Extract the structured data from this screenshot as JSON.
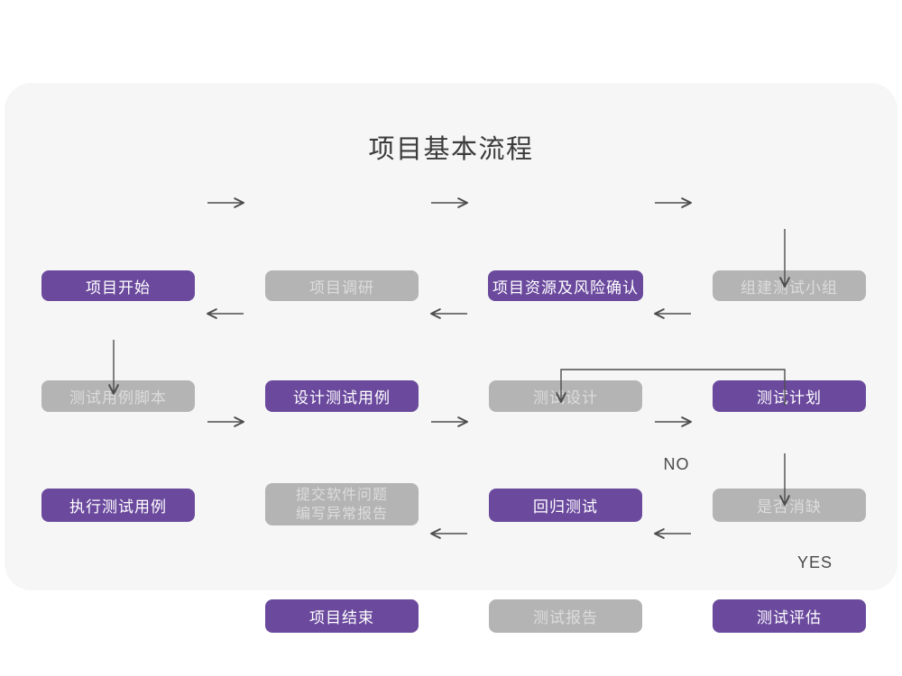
{
  "flow": {
    "title": "项目基本流程",
    "edge_labels": {
      "no": "NO",
      "yes": "YES"
    },
    "nodes": [
      {
        "id": "project-start",
        "label": "项目开始",
        "variant": "purple"
      },
      {
        "id": "project-research",
        "label": "项目调研",
        "variant": "gray"
      },
      {
        "id": "resource-risk-confirm",
        "label": "项目资源及风险确认",
        "variant": "purple"
      },
      {
        "id": "build-test-team",
        "label": "组建测试小组",
        "variant": "gray"
      },
      {
        "id": "test-case-script",
        "label": "测试用例脚本",
        "variant": "gray"
      },
      {
        "id": "design-test-case",
        "label": "设计测试用例",
        "variant": "purple"
      },
      {
        "id": "test-design",
        "label": "测试设计",
        "variant": "gray"
      },
      {
        "id": "test-plan",
        "label": "测试计划",
        "variant": "purple"
      },
      {
        "id": "execute-test-case",
        "label": "执行测试用例",
        "variant": "purple"
      },
      {
        "id": "submit-issue-report",
        "label": "提交软件问题\n编写异常报告",
        "variant": "gray"
      },
      {
        "id": "regression-test",
        "label": "回归测试",
        "variant": "purple"
      },
      {
        "id": "defect-cleared",
        "label": "是否消缺",
        "variant": "gray"
      },
      {
        "id": "project-end",
        "label": "项目结束",
        "variant": "purple"
      },
      {
        "id": "test-report",
        "label": "测试报告",
        "variant": "gray"
      },
      {
        "id": "test-evaluation",
        "label": "测试评估",
        "variant": "purple"
      }
    ],
    "colors": {
      "purple": "#6b4a9e",
      "gray": "#b4b4b4",
      "card_background": "#f6f6f6",
      "arrow": "#4d4d4d"
    }
  }
}
